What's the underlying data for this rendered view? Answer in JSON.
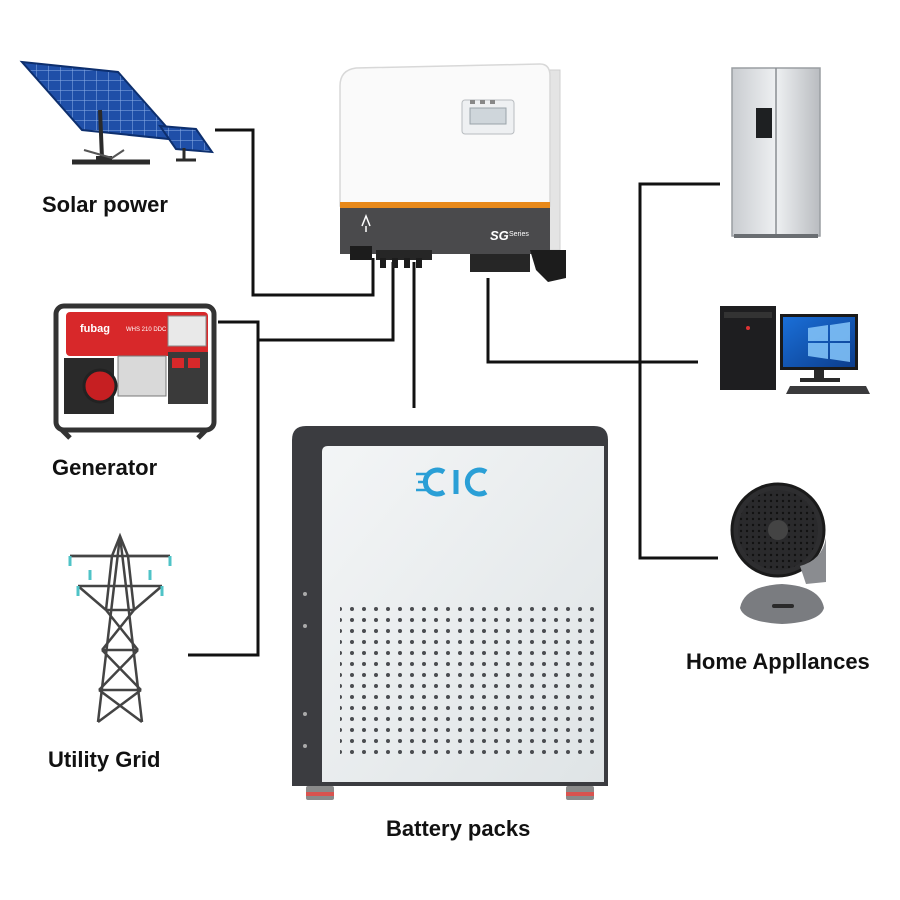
{
  "diagram": {
    "labels": {
      "solar": "Solar power",
      "generator": "Generator",
      "grid": "Utility Grid",
      "battery": "Battery packs",
      "appliances": "Home Appllances"
    },
    "inverter": {
      "brand_mark": "SG",
      "series_text": "Series"
    },
    "generator_brand": "fubag",
    "generator_model": "WHS 210 DDC",
    "colors": {
      "wire": "#111111",
      "accent_orange": "#e8891a",
      "battery_logo": "#2a9fd6"
    }
  }
}
